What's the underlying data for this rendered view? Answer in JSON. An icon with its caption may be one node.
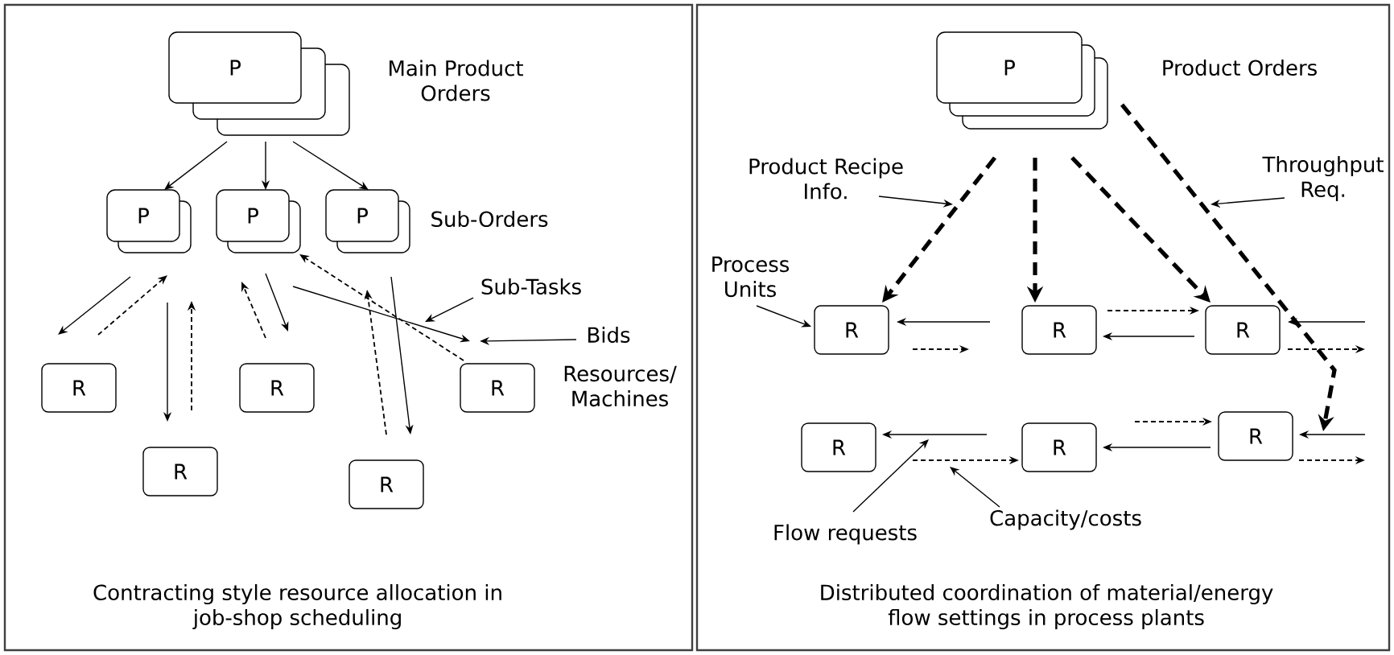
{
  "diagram": {
    "nodes": [
      {
        "text": [
          "Contracting style resource allocation in job-shop scheduling"
        ]
      },
      {
        "text": [
          "P"
        ],
        "beside": [
          "Main Product Orders"
        ],
        "in": 0
      },
      {
        "text": [
          "P"
        ],
        "in": 0
      },
      {
        "text": [
          "P"
        ],
        "in": 0
      },
      {
        "text": [
          "P"
        ],
        "beside": [
          "Sub-Orders"
        ],
        "in": 0
      },
      {
        "text": [
          "Sub-Tasks"
        ],
        "in": 0
      },
      {
        "text": [
          "Bids"
        ],
        "in": 0
      },
      {
        "text": [
          "R"
        ],
        "in": 0
      },
      {
        "text": [
          "R"
        ],
        "in": 0
      },
      {
        "text": [
          "R"
        ],
        "beside": [
          "Resources/ Machines"
        ],
        "in": 0
      },
      {
        "text": [
          "R"
        ],
        "in": 0
      },
      {
        "text": [
          "R"
        ],
        "in": 0
      },
      {
        "text": [
          "Distributed coordination of material/energy flow settings in process plants"
        ]
      },
      {
        "text": [
          "P"
        ],
        "beside": [
          "Product Orders"
        ],
        "in": 12
      },
      {
        "text": [
          "Product Recipe Info."
        ],
        "in": 12
      },
      {
        "text": [
          "Throughput Req."
        ],
        "in": 12
      },
      {
        "text": [
          "Process Units"
        ],
        "in": 12
      },
      {
        "text": [
          "R"
        ],
        "in": 12
      },
      {
        "text": [
          "R"
        ],
        "in": 12
      },
      {
        "text": [
          "R"
        ],
        "in": 12
      },
      {
        "text": [
          "R"
        ],
        "in": 12
      },
      {
        "text": [
          "R"
        ],
        "in": 12
      },
      {
        "text": [
          "R"
        ],
        "in": 12
      },
      {
        "text": [
          "Flow requests"
        ],
        "in": 12
      },
      {
        "text": [
          "Capacity/costs"
        ],
        "in": 12
      }
    ],
    "edges": [
      {
        "from": 1,
        "to": 2,
        "arrow": "to"
      },
      {
        "from": 1,
        "to": 3,
        "arrow": "to"
      },
      {
        "from": 1,
        "to": 4,
        "arrow": "to"
      },
      {
        "from": 2,
        "to": 7,
        "arrow": "to"
      },
      {
        "from": 7,
        "to": 2,
        "arrow": "to",
        "style": "dashed"
      },
      {
        "from": 2,
        "to": 10,
        "arrow": "to"
      },
      {
        "from": 10,
        "to": 2,
        "arrow": "to",
        "style": "dashed"
      },
      {
        "from": 3,
        "to": 8,
        "arrow": "to"
      },
      {
        "from": 8,
        "to": 3,
        "arrow": "to",
        "style": "dashed"
      },
      {
        "from": 3,
        "to": 9,
        "arrow": "to"
      },
      {
        "from": 9,
        "to": 3,
        "arrow": "to",
        "style": "dashed"
      },
      {
        "from": 4,
        "to": 11,
        "arrow": "to"
      },
      {
        "from": 11,
        "to": 4,
        "arrow": "to",
        "style": "dashed"
      },
      {
        "from": 5,
        "to": null,
        "arrow": "to"
      },
      {
        "from": 6,
        "to": null,
        "arrow": "to"
      },
      {
        "from": 13,
        "to": 17,
        "arrow": "to",
        "style": "dashed"
      },
      {
        "from": 13,
        "to": 18,
        "arrow": "to",
        "style": "dashed"
      },
      {
        "from": 13,
        "to": 19,
        "arrow": "to",
        "style": "dashed"
      },
      {
        "from": 13,
        "to": null,
        "arrow": "to",
        "style": "dashed"
      },
      {
        "from": 14,
        "to": null,
        "arrow": "to"
      },
      {
        "from": 15,
        "to": null,
        "arrow": "to"
      },
      {
        "from": 16,
        "to": 17,
        "arrow": "to"
      },
      {
        "from": 18,
        "to": 17,
        "arrow": "to"
      },
      {
        "from": 17,
        "to": 18,
        "arrow": "to",
        "style": "dashed"
      },
      {
        "from": 18,
        "to": 19,
        "arrow": "to",
        "style": "dashed"
      },
      {
        "from": 19,
        "to": 18,
        "arrow": "to"
      },
      {
        "from": null,
        "to": 19,
        "arrow": "to"
      },
      {
        "from": 19,
        "to": null,
        "arrow": "to",
        "style": "dashed"
      },
      {
        "from": 21,
        "to": 20,
        "arrow": "to"
      },
      {
        "from": 20,
        "to": 21,
        "arrow": "to",
        "style": "dashed"
      },
      {
        "from": 21,
        "to": 22,
        "arrow": "to",
        "style": "dashed"
      },
      {
        "from": 22,
        "to": 21,
        "arrow": "to"
      },
      {
        "from": null,
        "to": 22,
        "arrow": "to"
      },
      {
        "from": 22,
        "to": null,
        "arrow": "to",
        "style": "dashed"
      },
      {
        "from": 23,
        "to": null,
        "arrow": "to"
      },
      {
        "from": 24,
        "to": null,
        "arrow": "to"
      }
    ]
  }
}
